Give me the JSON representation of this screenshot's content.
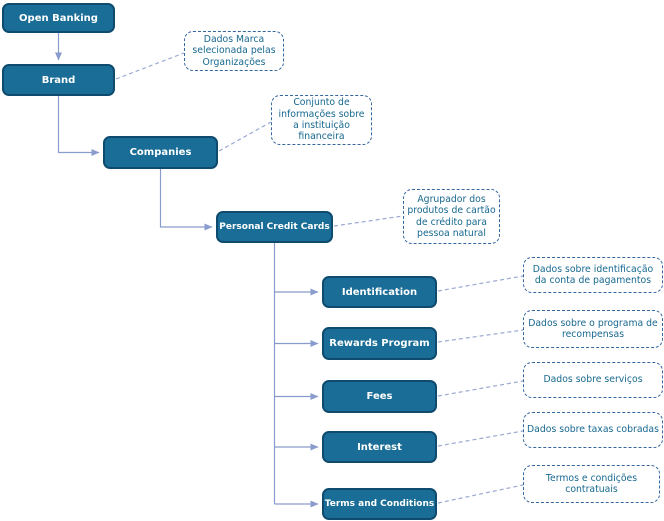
{
  "diagram": {
    "type": "tree",
    "nodes": {
      "open_banking": {
        "label": "Open Banking"
      },
      "brand": {
        "label": "Brand",
        "note": "Dados Marca selecionada pelas Organizações"
      },
      "companies": {
        "label": "Companies",
        "note": "Conjunto de informações sobre a instituição financeira"
      },
      "personal_credit_cards": {
        "label": "Personal Credit Cards",
        "note": "Agrupador dos produtos de cartão de crédito para pessoa natural"
      },
      "identification": {
        "label": "Identification",
        "note": "Dados sobre identificação da conta de pagamentos"
      },
      "rewards_program": {
        "label": "Rewards Program",
        "note": "Dados sobre o programa de recompensas"
      },
      "fees": {
        "label": "Fees",
        "note": "Dados sobre serviços"
      },
      "interest": {
        "label": "Interest",
        "note": "Dados sobre taxas cobradas"
      },
      "terms_and_conditions": {
        "label": "Terms and Conditions",
        "note": "Termos e condições contratuais"
      }
    },
    "colors": {
      "node_fill": "#1A6D96",
      "node_border": "#0E4B6E",
      "node_text": "#FFFFFF",
      "note_border": "#35679E",
      "note_text": "#17688F",
      "connector": "#8A9CCE"
    }
  }
}
